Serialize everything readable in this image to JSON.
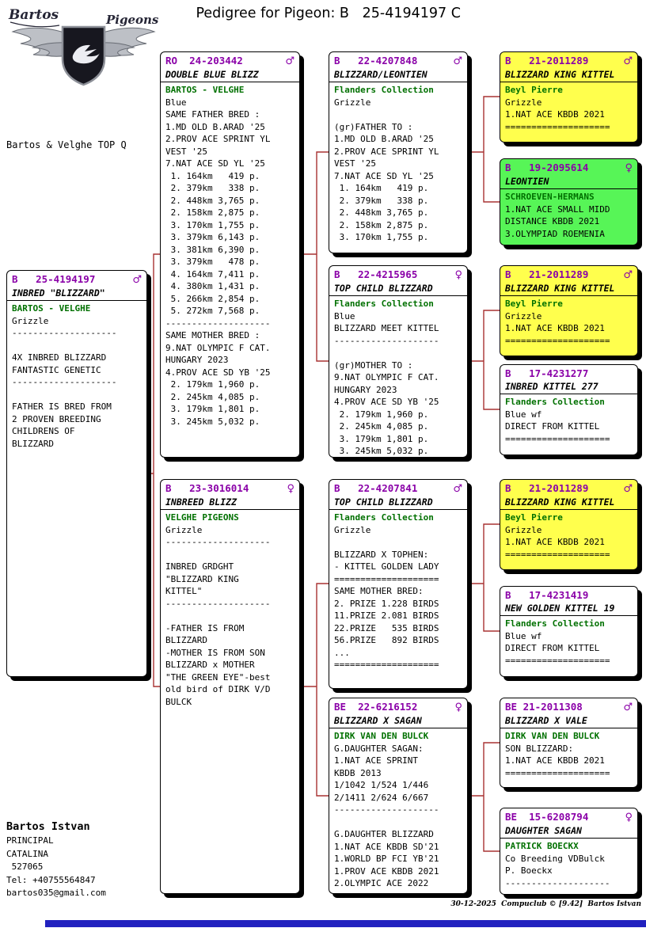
{
  "title": "Pedigree for Pigeon: B   25-4194197 C",
  "logo": {
    "left": "Bartos",
    "right": "Pigeons",
    "tagline": "Bartos & Velghe TOP Q"
  },
  "contact": {
    "name": "Bartos Istvan",
    "lines": [
      "PRINCIPAL",
      "CATALINA",
      " 527065",
      "Tel: +40755564847",
      "bartos035@gmail.com"
    ]
  },
  "footer": {
    "credit": "30-12-2025  Compuclub © [9.42]  Bartos Istvan"
  },
  "colors": {
    "ring_purple": "#8a00a8",
    "fancier_green": "#007000",
    "connector_red": "#a83232",
    "highlight_yellow": "#ffff4d",
    "highlight_green": "#57f557",
    "bottom_bar_blue": "#2121bf"
  },
  "boxes": [
    {
      "ring": "B   25-4194197",
      "sex": "♂",
      "name": "INBRED \"BLIZZARD\"",
      "fancier": "BARTOS - VELGHE",
      "bg": "#ffffff",
      "lines": [
        "Grizzle",
        "--------------------",
        "",
        "4X INBRED BLIZZARD",
        "FANTASTIC GENETIC",
        "--------------------",
        "",
        "FATHER IS BRED FROM",
        "2 PROVEN BREEDING",
        "CHILDRENS OF",
        "BLIZZARD"
      ]
    },
    {
      "ring": "RO  24-203442",
      "sex": "♂",
      "name": "DOUBLE BLUE BLIZZ",
      "fancier": "BARTOS - VELGHE",
      "bg": "#ffffff",
      "lines": [
        "Blue",
        "SAME FATHER BRED :",
        "1.MD OLD B.ARAD '25",
        "2.PROV ACE SPRINT YL",
        "VEST '25",
        "7.NAT ACE SD YL '25",
        " 1. 164km   419 p.",
        " 2. 379km   338 p.",
        " 2. 448km 3,765 p.",
        " 2. 158km 2,875 p.",
        " 3. 170km 1,755 p.",
        " 3. 379km 6,143 p.",
        " 3. 381km 6,390 p.",
        " 3. 379km   478 p.",
        " 4. 164km 7,411 p.",
        " 4. 380km 1,431 p.",
        " 5. 266km 2,854 p.",
        " 5. 272km 7,568 p.",
        "--------------------",
        "SAME MOTHER BRED :",
        "9.NAT OLYMPIC F CAT.",
        "HUNGARY 2023",
        "4.PROV ACE SD YB '25",
        " 2. 179km 1,960 p.",
        " 2. 245km 4,085 p.",
        " 3. 179km 1,801 p.",
        " 3. 245km 5,032 p."
      ]
    },
    {
      "ring": "B   23-3016014",
      "sex": "♀",
      "name": "INBREED BLIZZ",
      "fancier": "VELGHE PIGEONS",
      "bg": "#ffffff",
      "lines": [
        "Grizzle",
        "--------------------",
        "",
        "INBRED GRDGHT",
        "\"BLIZZARD KING",
        "KITTEL\"",
        "--------------------",
        "",
        "-FATHER IS FROM",
        "BLIZZARD",
        "-MOTHER IS FROM SON",
        "BLIZZARD x MOTHER",
        "\"THE GREEN EYE\"-best",
        "old bird of DIRK V/D",
        "BULCK"
      ]
    },
    {
      "ring": "B   22-4207848",
      "sex": "♂",
      "name": "BLIZZARD/LEONTIEN",
      "fancier": "Flanders Collection",
      "bg": "#ffffff",
      "lines": [
        "Grizzle",
        "",
        "(gr)FATHER TO :",
        "1.MD OLD B.ARAD '25",
        "2.PROV ACE SPRINT YL",
        "VEST '25",
        "7.NAT ACE SD YL '25",
        " 1. 164km   419 p.",
        " 2. 379km   338 p.",
        " 2. 448km 3,765 p.",
        " 2. 158km 2,875 p.",
        " 3. 170km 1,755 p."
      ]
    },
    {
      "ring": "B   22-4215965",
      "sex": "♀",
      "name": "TOP CHILD BLIZZARD",
      "fancier": "Flanders Collection",
      "bg": "#ffffff",
      "lines": [
        "Blue",
        "BLIZZARD MEET KITTEL",
        "--------------------",
        "",
        "(gr)MOTHER TO :",
        "9.NAT OLYMPIC F CAT.",
        "HUNGARY 2023",
        "4.PROV ACE SD YB '25",
        " 2. 179km 1,960 p.",
        " 2. 245km 4,085 p.",
        " 3. 179km 1,801 p.",
        " 3. 245km 5,032 p."
      ]
    },
    {
      "ring": "B   22-4207841",
      "sex": "♂",
      "name": "TOP CHILD BLIZZARD",
      "fancier": "Flanders Collection",
      "bg": "#ffffff",
      "lines": [
        "Grizzle",
        "",
        "BLIZZARD X TOPHEN:",
        "- KITTEL GOLDEN LADY",
        "====================",
        "SAME MOTHER BRED:",
        "2. PRIZE 1.228 BIRDS",
        "11.PRIZE 2.081 BIRDS",
        "22.PRIZE   535 BIRDS",
        "56.PRIZE   892 BIRDS",
        "...",
        "===================="
      ]
    },
    {
      "ring": "BE  22-6216152",
      "sex": "♀",
      "name": "BLIZZARD X SAGAN",
      "fancier": "DIRK VAN DEN BULCK",
      "bg": "#ffffff",
      "lines": [
        "G.DAUGHTER SAGAN:",
        "1.NAT ACE SPRINT",
        "KBDB 2013",
        "1/1042 1/524 1/446",
        "2/1411 2/624 6/667",
        "--------------------",
        "",
        "G.DAUGHTER BLIZZARD",
        "1.NAT ACE KBDB SD'21",
        "1.WORLD BP FCI YB'21",
        "1.PROV ACE KBDB 2021",
        "2.OLYMPIC ACE 2022"
      ]
    },
    {
      "ring": "B   21-2011289",
      "sex": "♂",
      "name": "BLIZZARD KING KITTEL",
      "fancier": "Beyl Pierre",
      "bg": "#ffff4d",
      "lines": [
        "Grizzle",
        "1.NAT ACE KBDB 2021",
        "===================="
      ]
    },
    {
      "ring": "B   19-2095614",
      "sex": "♀",
      "name": "LEONTIEN",
      "fancier": "SCHROEVEN-HERMANS",
      "bg": "#57f557",
      "lines": [
        "1.NAT ACE SMALL MIDD",
        "DISTANCE KBDB 2021",
        "3.OLYMPIAD ROEMENIA"
      ]
    },
    {
      "ring": "B   21-2011289",
      "sex": "♂",
      "name": "BLIZZARD KING KITTEL",
      "fancier": "Beyl Pierre",
      "bg": "#ffff4d",
      "lines": [
        "Grizzle",
        "1.NAT ACE KBDB 2021",
        "===================="
      ]
    },
    {
      "ring": "B   17-4231277",
      "sex": "",
      "name": "INBRED KITTEL 277",
      "fancier": "Flanders Collection",
      "bg": "#ffffff",
      "lines": [
        "Blue wf",
        "DIRECT FROM KITTEL",
        "===================="
      ]
    },
    {
      "ring": "B   21-2011289",
      "sex": "♂",
      "name": "BLIZZARD KING KITTEL",
      "fancier": "Beyl Pierre",
      "bg": "#ffff4d",
      "lines": [
        "Grizzle",
        "1.NAT ACE KBDB 2021",
        "===================="
      ]
    },
    {
      "ring": "B   17-4231419",
      "sex": "",
      "name": "NEW GOLDEN KITTEL 19",
      "fancier": "Flanders Collection",
      "bg": "#ffffff",
      "lines": [
        "Blue wf",
        "DIRECT FROM KITTEL",
        "===================="
      ]
    },
    {
      "ring": "BE 21-2011308",
      "sex": "♂",
      "name": "BLIZZARD X VALE",
      "fancier": "DIRK VAN DEN BULCK",
      "bg": "#ffffff",
      "lines": [
        "SON BLIZZARD:",
        "1.NAT ACE KBDB 2021",
        "===================="
      ]
    },
    {
      "ring": "BE  15-6208794",
      "sex": "♀",
      "name": "DAUGHTER SAGAN",
      "fancier": "PATRICK BOECKX",
      "bg": "#ffffff",
      "lines": [
        "Co Breeding VDBulck",
        "P. Boeckx",
        "--------------------"
      ]
    }
  ]
}
